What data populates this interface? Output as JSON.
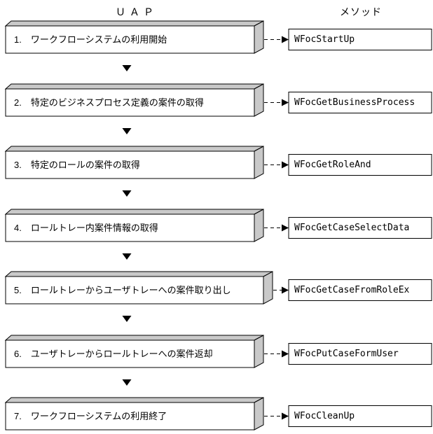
{
  "diagram": {
    "title_columns": {
      "uap_header": "ＵＡＰ",
      "method_header": "メソッド"
    },
    "rows": [
      {
        "step": "1.",
        "label": "ワークフローシステムの利用開始",
        "method": "WFocStartUp"
      },
      {
        "step": "2.",
        "label": "特定のビジネスプロセス定義の案件の取得",
        "method": "WFocGetBusinessProcess"
      },
      {
        "step": "3.",
        "label": "特定のロールの案件の取得",
        "method": "WFocGetRoleAnd"
      },
      {
        "step": "4.",
        "label": "ロールトレー内案件情報の取得",
        "method": "WFocGetCaseSelectData"
      },
      {
        "step": "5.",
        "label": "ロールトレーからユーザトレーへの案件取り出し",
        "method": "WFocGetCaseFromRoleEx"
      },
      {
        "step": "6.",
        "label": "ユーザトレーからロールトレーへの案件返却",
        "method": "WFocPutCaseFormUser"
      },
      {
        "step": "7.",
        "label": "ワークフローシステムの利用終了",
        "method": "WFocCleanUp"
      }
    ],
    "icons": {
      "flow_arrow": "down-triangle",
      "link_arrow": "dashed-right-arrow"
    },
    "colors": {
      "background": "#ffffff",
      "box_face": "#ffffff",
      "box_shade": "#c9c9c9",
      "border": "#000000",
      "text": "#000000"
    }
  }
}
